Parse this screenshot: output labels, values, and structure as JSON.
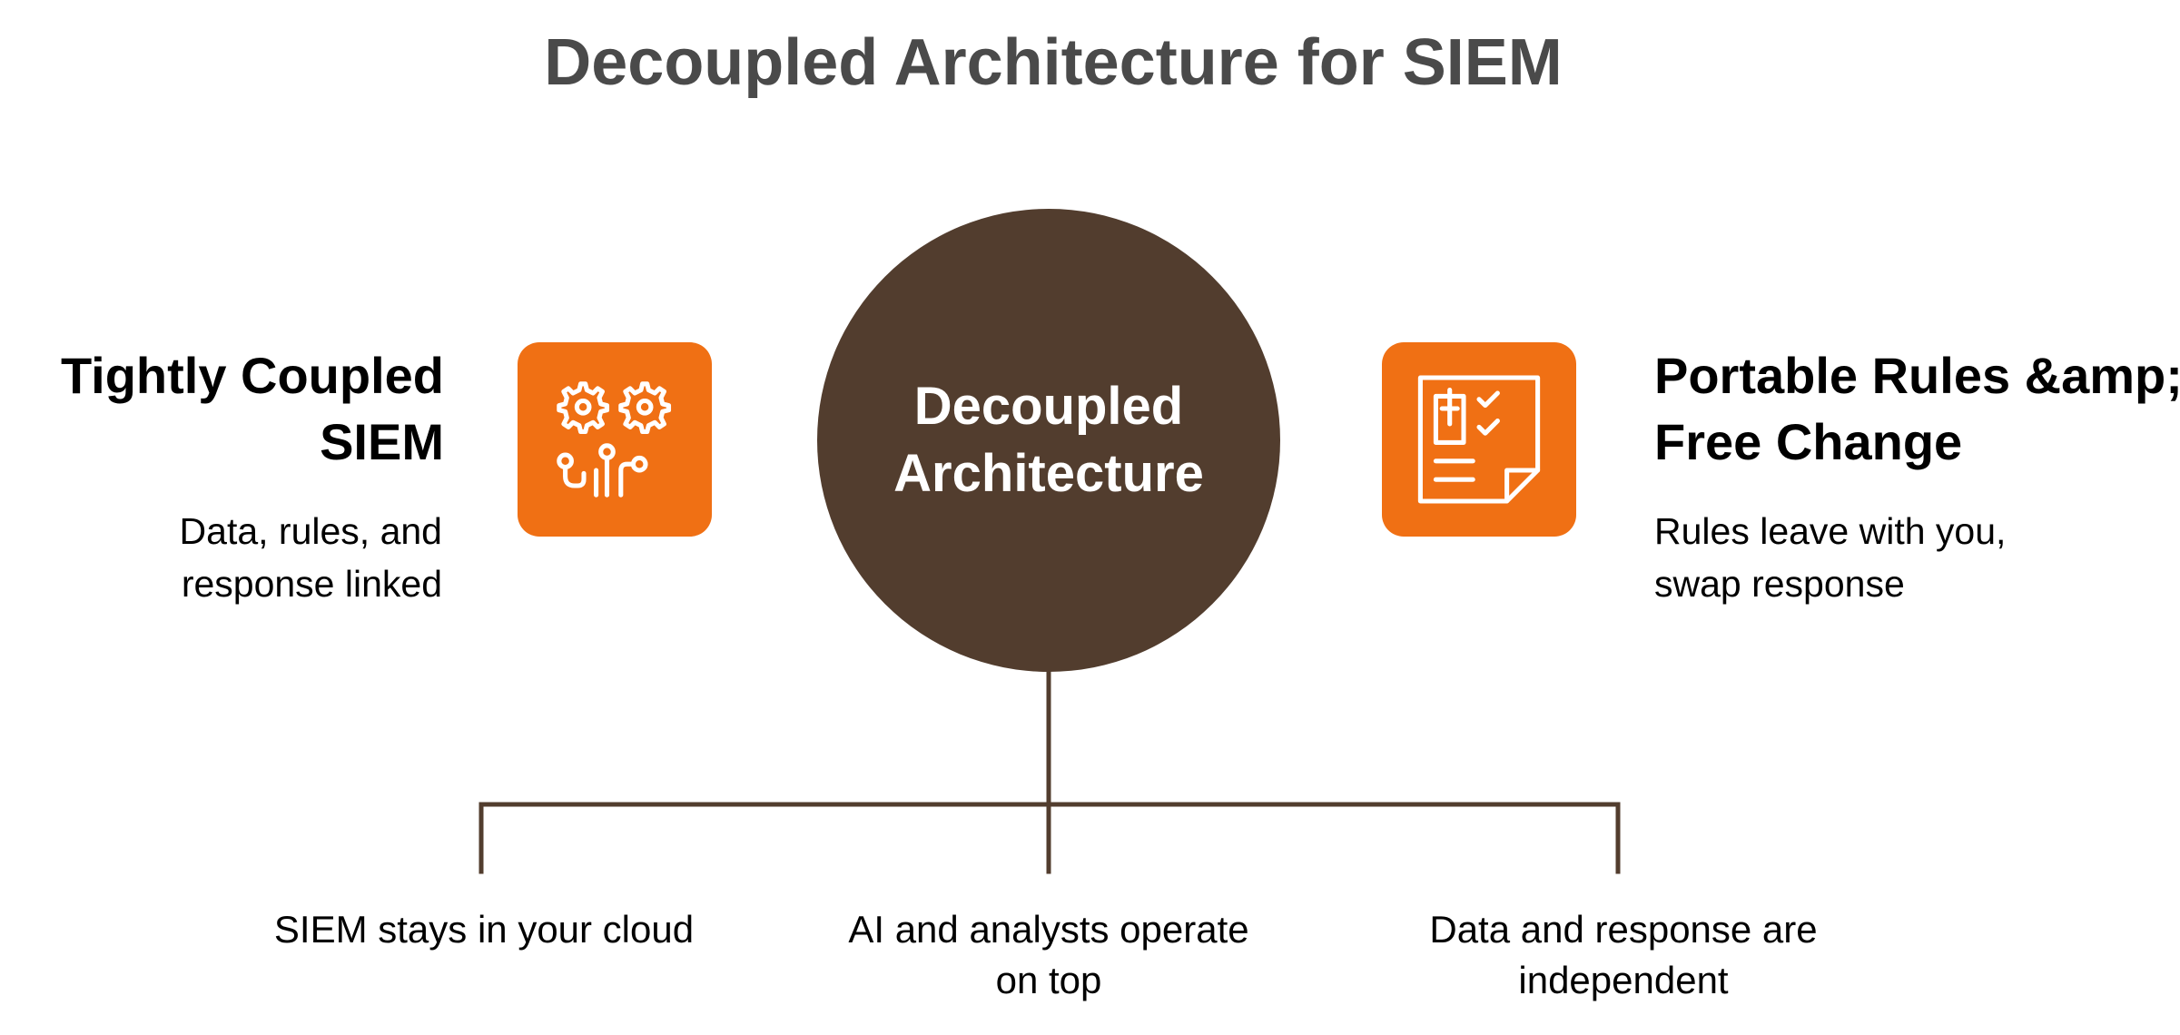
{
  "title": "Decoupled Architecture for SIEM",
  "colors": {
    "hub": "#523d2e",
    "accent": "#f07014",
    "connector": "#523d2e",
    "title": "#4a4a4a",
    "text": "#000000"
  },
  "hub": {
    "lines": [
      "Decoupled",
      "Architecture"
    ]
  },
  "left": {
    "icon": "gears-and-circuit-icon",
    "title_lines": [
      "Tightly Coupled",
      "SIEM"
    ],
    "desc_lines": [
      "Data, rules, and",
      "response linked"
    ]
  },
  "right": {
    "icon": "checklist-document-icon",
    "title_lines": [
      "Portable Rules &amp;",
      "Free Change"
    ],
    "desc_lines": [
      "Rules leave with you,",
      "swap response"
    ]
  },
  "branches": [
    {
      "lines": [
        "SIEM stays in your cloud"
      ]
    },
    {
      "lines": [
        "AI and analysts operate",
        "on top"
      ]
    },
    {
      "lines": [
        "Data and response are",
        "independent"
      ]
    }
  ]
}
